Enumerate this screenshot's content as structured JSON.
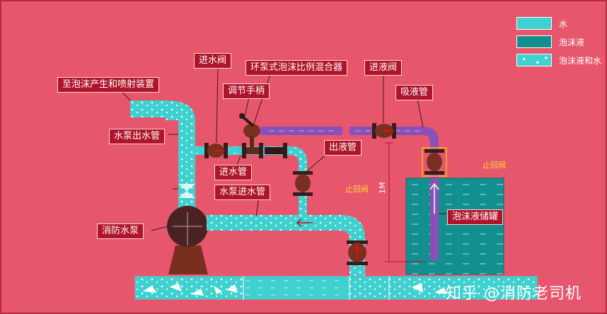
{
  "labels": {
    "foam_device": "至泡沫产生和喷射装置",
    "inlet_valve": "进水阀",
    "proportioner": "环泵式泡沫比例混合器",
    "liquid_inlet_valve": "进液阀",
    "handle": "调节手柄",
    "suction_pipe": "吸液管",
    "pump_outlet": "水泵出水管",
    "outlet_pipe": "出液管",
    "inlet_pipe": "进水管",
    "pump_inlet": "水泵进水管",
    "check_valve_1": "止回阀",
    "check_valve_2": "止回阀",
    "foam_tank": "泡沫液储罐",
    "fire_pump": "消防水泵",
    "height_mark": "1M"
  },
  "legend": [
    {
      "label": "水",
      "color": "#3fd0d0"
    },
    {
      "label": "泡沫液",
      "color": "#138f8f"
    },
    {
      "label": "泡沫液和水",
      "color": "#3fd0d0"
    }
  ],
  "watermark": "知乎 @消防老司机"
}
